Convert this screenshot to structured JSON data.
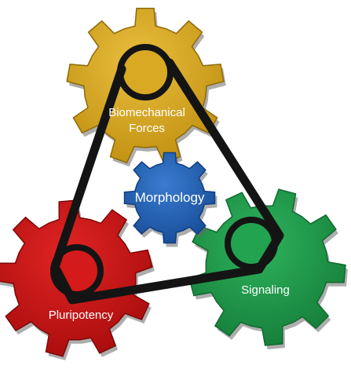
{
  "diagram": {
    "gears": [
      {
        "id": "biomechanical",
        "label_lines": [
          "Biomechanical",
          "Forces"
        ],
        "color": "#D4A21A"
      },
      {
        "id": "morphology",
        "label_lines": [
          "Morphology"
        ],
        "color": "#1F5FB0"
      },
      {
        "id": "signaling",
        "label_lines": [
          "Signaling"
        ],
        "color": "#1C9A48"
      },
      {
        "id": "pluripotency",
        "label_lines": [
          "Pluripotency"
        ],
        "color": "#CC1212"
      }
    ],
    "belt_color": "#141414"
  }
}
